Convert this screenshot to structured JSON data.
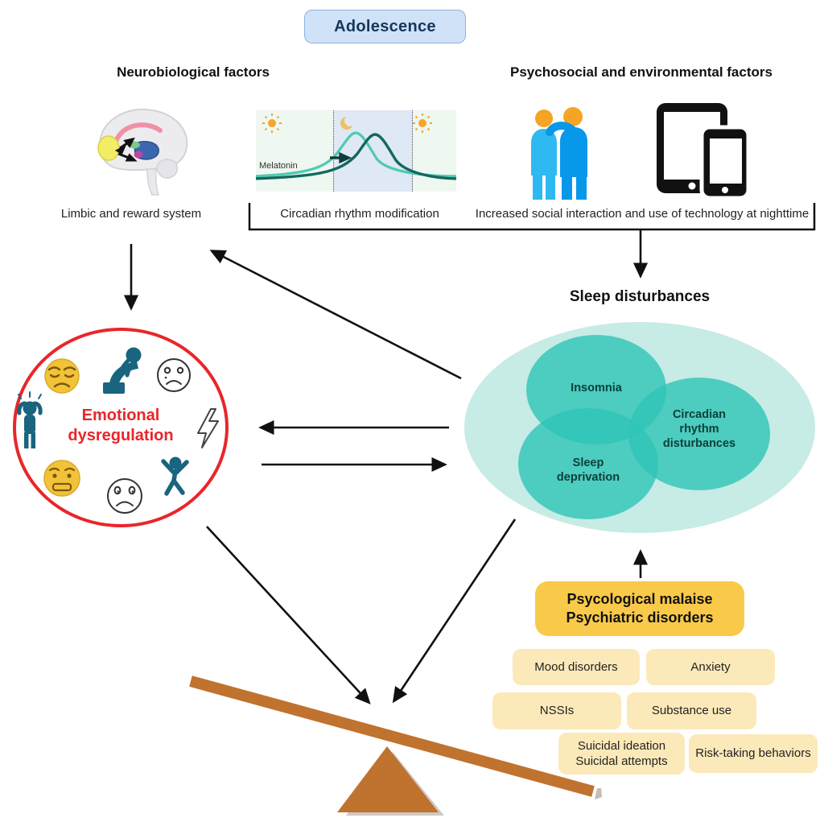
{
  "header": {
    "title": "Adolescence"
  },
  "neurobiological": {
    "heading": "Neurobiological factors",
    "caption": "Limbic and reward system"
  },
  "circadian_panel": {
    "caption": "Circadian rhythm modification",
    "melatonin_label": "Melatonin"
  },
  "psychosocial": {
    "heading": "Psychosocial and environmental factors",
    "caption": "Increased social interaction and use of technology at nighttime"
  },
  "sleep": {
    "heading": "Sleep disturbances",
    "insomnia": "Insomnia",
    "circadian_rhythm": "Circadian\nrhythm\ndisturbances",
    "deprivation": "Sleep\ndeprivation"
  },
  "emotional": {
    "label": "Emotional\ndysregulation"
  },
  "outcomes": {
    "malaise": "Psycological malaise\nPsychiatric disorders",
    "items": [
      {
        "label": "Mood disorders"
      },
      {
        "label": "Anxiety"
      },
      {
        "label": "NSSIs"
      },
      {
        "label": "Substance use"
      },
      {
        "label": "Suicidal ideation\nSuicidal attempts"
      },
      {
        "label": "Risk-taking behaviors"
      }
    ]
  },
  "icons": {
    "brain": "brain-limbic-icon",
    "sun": "sun-icon",
    "moon": "moon-icon",
    "friends": "two-friends-icon",
    "devices": "tablet-phone-icon",
    "seesaw": "unbalanced-seesaw-icon"
  },
  "colors": {
    "adolescence_bg": "#cfe2f7",
    "adolescence_text": "#17365d",
    "venn_outer": "#c7ebe5",
    "venn_inner": "#2ec4b6",
    "emotional_red": "#e8262a",
    "malaise_bg": "#f9ca4a",
    "disorder_bg": "#fce9b9",
    "seesaw_brown": "#c0722f",
    "person_teal": "#19647e",
    "people_blue_light": "#2fb9f2",
    "people_blue_dark": "#0898ea",
    "head_orange": "#f5a425"
  }
}
